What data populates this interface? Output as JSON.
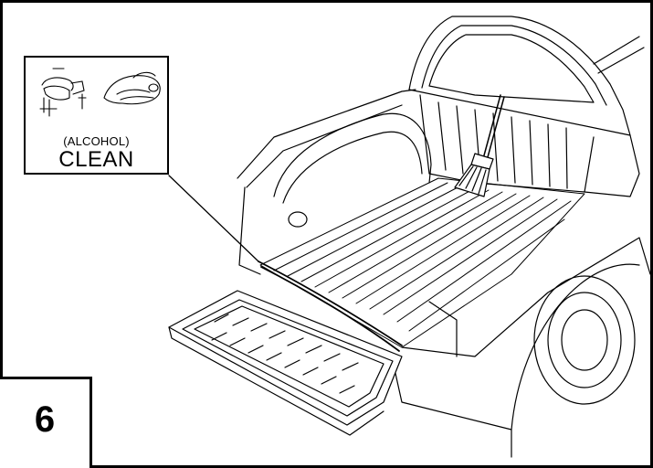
{
  "callout": {
    "subtitle": "(ALCOHOL)",
    "label": "CLEAN"
  },
  "step": {
    "number": "6"
  },
  "icons": [
    "hands-wiping-icon",
    "broom-icon"
  ]
}
